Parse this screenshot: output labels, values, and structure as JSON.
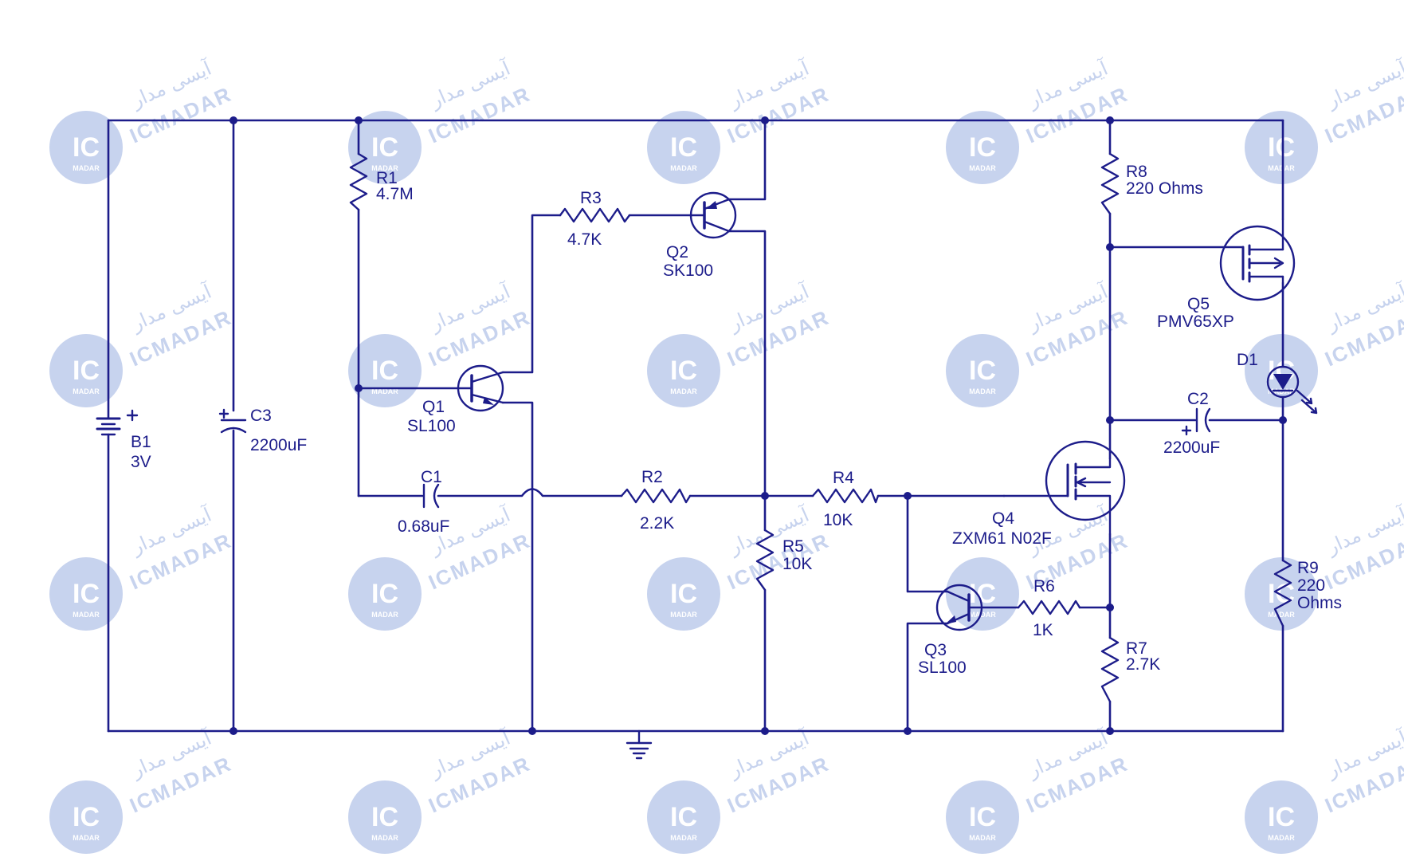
{
  "watermark": {
    "persian": "آیسی مدار",
    "latin": "ICMADAR",
    "badge": "IC",
    "badge_sub": "MADAR"
  },
  "components": {
    "B1": {
      "ref": "B1",
      "value": "3V"
    },
    "C3": {
      "ref": "C3",
      "value": "2200uF"
    },
    "R1": {
      "ref": "R1",
      "value": "4.7M"
    },
    "R3": {
      "ref": "R3",
      "value": "4.7K"
    },
    "Q2": {
      "ref": "Q2",
      "value": "SK100"
    },
    "Q1": {
      "ref": "Q1",
      "value": "SL100"
    },
    "C1": {
      "ref": "C1",
      "value": "0.68uF"
    },
    "R2": {
      "ref": "R2",
      "value": "2.2K"
    },
    "R4": {
      "ref": "R4",
      "value": "10K"
    },
    "R5": {
      "ref": "R5",
      "value": "10K"
    },
    "R8": {
      "ref": "R8",
      "value": "220 Ohms"
    },
    "Q5": {
      "ref": "Q5",
      "value": "PMV65XP"
    },
    "D1": {
      "ref": "D1"
    },
    "C2": {
      "ref": "C2",
      "value": "2200uF"
    },
    "Q4": {
      "ref": "Q4",
      "value": "ZXM61 N02F"
    },
    "R9": {
      "ref": "R9",
      "value_line1": "220",
      "value_line2": "Ohms"
    },
    "Q3": {
      "ref": "Q3",
      "value": "SL100"
    },
    "R6": {
      "ref": "R6",
      "value": "1K"
    },
    "R7": {
      "ref": "R7",
      "value": "2.7K"
    }
  }
}
